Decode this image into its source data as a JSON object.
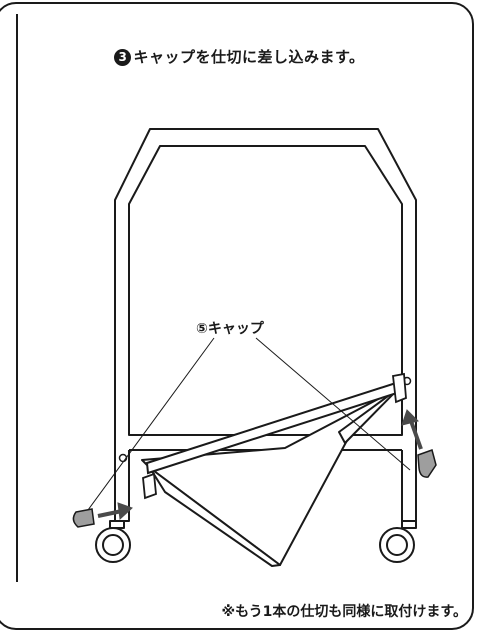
{
  "step": {
    "number": "3",
    "text": "キャップを仕切に差し込みます。"
  },
  "callout": {
    "label": "⑤キャップ"
  },
  "footnote": {
    "text": "※もう1本の仕切も同様に取付けます。"
  }
}
